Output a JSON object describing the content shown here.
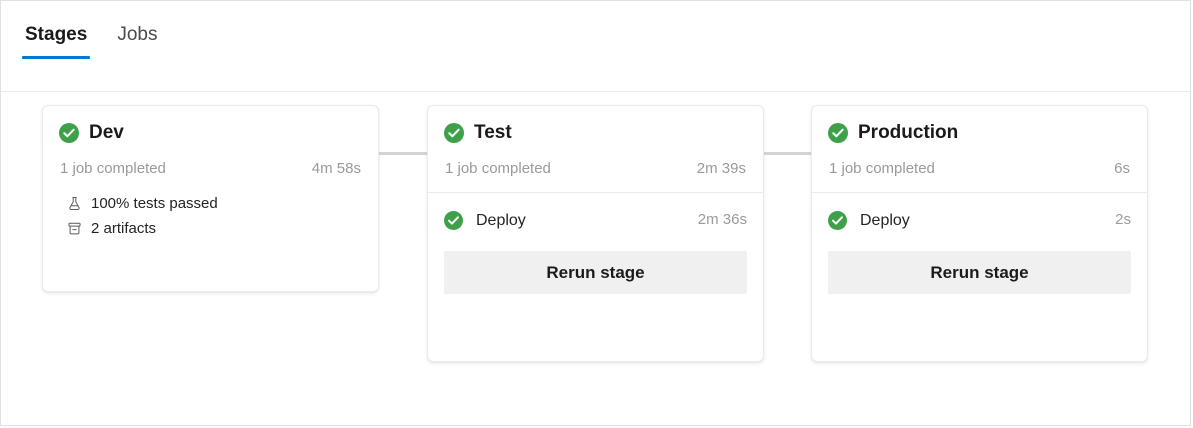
{
  "tabs": [
    {
      "label": "Stages",
      "active": true,
      "name": "tab-stages"
    },
    {
      "label": "Jobs",
      "active": false,
      "name": "tab-jobs"
    }
  ],
  "theme": {
    "accent": "#0078d4",
    "success": "#3fa04a",
    "muted_text": "#9a9a9a",
    "body_text": "#242424",
    "card_border": "#ebebeb",
    "button_bg": "#f0f0f0",
    "connector": "#d4d4d4"
  },
  "stages": [
    {
      "name": "Dev",
      "status": "succeeded",
      "status_icon": "check-circle-icon",
      "summary": "1 job completed",
      "duration": "4m 58s",
      "meta": [
        {
          "icon": "flask-icon",
          "label": "100% tests passed"
        },
        {
          "icon": "package-icon",
          "label": "2 artifacts"
        }
      ],
      "jobs": [],
      "action": null
    },
    {
      "name": "Test",
      "status": "succeeded",
      "status_icon": "check-circle-icon",
      "summary": "1 job completed",
      "duration": "2m 39s",
      "meta": [],
      "jobs": [
        {
          "name": "Deploy",
          "status": "succeeded",
          "status_icon": "check-circle-icon",
          "duration": "2m 36s"
        }
      ],
      "action": {
        "label": "Rerun stage"
      }
    },
    {
      "name": "Production",
      "status": "succeeded",
      "status_icon": "check-circle-icon",
      "summary": "1 job completed",
      "duration": "6s",
      "meta": [],
      "jobs": [
        {
          "name": "Deploy",
          "status": "succeeded",
          "status_icon": "check-circle-icon",
          "duration": "2s"
        }
      ],
      "action": {
        "label": "Rerun stage"
      }
    }
  ]
}
